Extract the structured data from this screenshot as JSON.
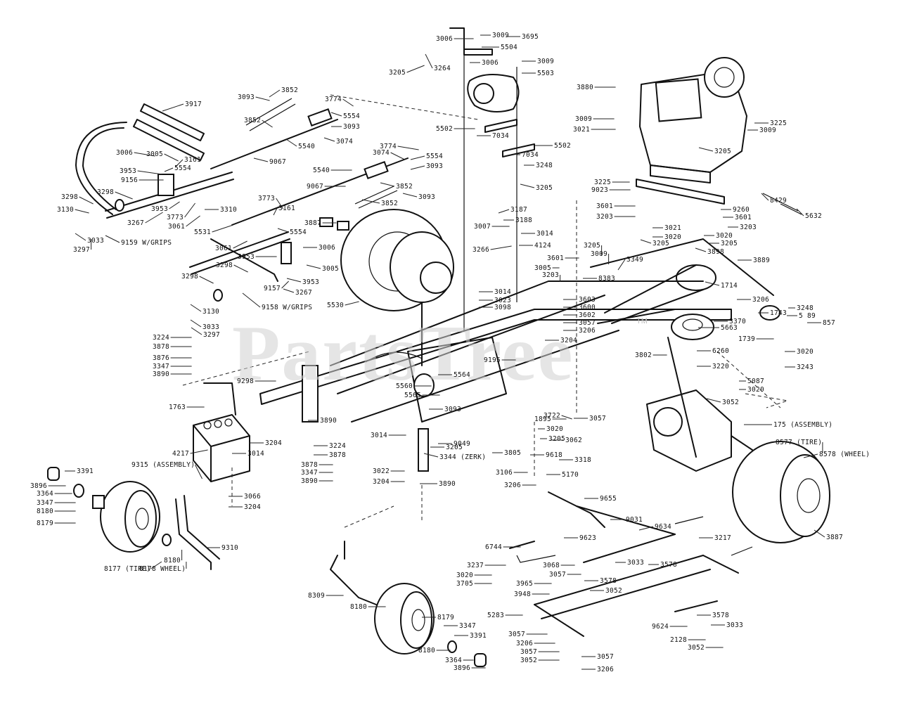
{
  "watermark": {
    "text": "PartsTree",
    "mark": "TM"
  },
  "callouts": [
    {
      "id": "c1",
      "text": "3006"
    },
    {
      "id": "c2",
      "text": "3009"
    },
    {
      "id": "c3",
      "text": "3695"
    },
    {
      "id": "c4",
      "text": "5504"
    },
    {
      "id": "c5",
      "text": "3264"
    },
    {
      "id": "c6",
      "text": "3205"
    },
    {
      "id": "c7",
      "text": "3006"
    },
    {
      "id": "c8",
      "text": "3009"
    },
    {
      "id": "c9",
      "text": "5503"
    },
    {
      "id": "c10",
      "text": "3880"
    },
    {
      "id": "c11",
      "text": "3917"
    },
    {
      "id": "c12",
      "text": "3093"
    },
    {
      "id": "c13",
      "text": "3852"
    },
    {
      "id": "c14",
      "text": "3774"
    },
    {
      "id": "c15",
      "text": "5554"
    },
    {
      "id": "c16",
      "text": "3093"
    },
    {
      "id": "c17",
      "text": "3852"
    },
    {
      "id": "c18",
      "text": "3074"
    },
    {
      "id": "c19",
      "text": "5540"
    },
    {
      "id": "c20",
      "text": "9067"
    },
    {
      "id": "c21",
      "text": "5502"
    },
    {
      "id": "c22",
      "text": "7034"
    },
    {
      "id": "c23",
      "text": "3009"
    },
    {
      "id": "c24",
      "text": "3021"
    },
    {
      "id": "c25",
      "text": "3225"
    },
    {
      "id": "c26",
      "text": "3009"
    },
    {
      "id": "c27",
      "text": "3205"
    },
    {
      "id": "c28",
      "text": "3006"
    },
    {
      "id": "c29",
      "text": "3005"
    },
    {
      "id": "c30",
      "text": "3161"
    },
    {
      "id": "c31",
      "text": "5554"
    },
    {
      "id": "c32",
      "text": "3953"
    },
    {
      "id": "c33",
      "text": "9156"
    },
    {
      "id": "c34",
      "text": "3074"
    },
    {
      "id": "c35",
      "text": "3774"
    },
    {
      "id": "c36",
      "text": "5554"
    },
    {
      "id": "c37",
      "text": "3093"
    },
    {
      "id": "c38",
      "text": "5502"
    },
    {
      "id": "c39",
      "text": "7034"
    },
    {
      "id": "c40",
      "text": "3248"
    },
    {
      "id": "c41",
      "text": "3205"
    },
    {
      "id": "c42",
      "text": "3298"
    },
    {
      "id": "c43",
      "text": "3298"
    },
    {
      "id": "c44",
      "text": "3130"
    },
    {
      "id": "c45",
      "text": "3953"
    },
    {
      "id": "c46",
      "text": "3773"
    },
    {
      "id": "c47",
      "text": "3267"
    },
    {
      "id": "c48",
      "text": "3061"
    },
    {
      "id": "c49",
      "text": "5540"
    },
    {
      "id": "c50",
      "text": "9067"
    },
    {
      "id": "c51",
      "text": "3852"
    },
    {
      "id": "c52",
      "text": "3852"
    },
    {
      "id": "c53",
      "text": "3093"
    },
    {
      "id": "c54",
      "text": "3225"
    },
    {
      "id": "c55",
      "text": "9023"
    },
    {
      "id": "c56",
      "text": "8429"
    },
    {
      "id": "c57",
      "text": "5632"
    },
    {
      "id": "c58",
      "text": "3773"
    },
    {
      "id": "c59",
      "text": "3161"
    },
    {
      "id": "c60",
      "text": "3310"
    },
    {
      "id": "c61",
      "text": "5531"
    },
    {
      "id": "c62",
      "text": "5554"
    },
    {
      "id": "c63",
      "text": "3887"
    },
    {
      "id": "c64",
      "text": "3187"
    },
    {
      "id": "c65",
      "text": "3188"
    },
    {
      "id": "c66",
      "text": "3007"
    },
    {
      "id": "c67",
      "text": "3014"
    },
    {
      "id": "c68",
      "text": "3601"
    },
    {
      "id": "c69",
      "text": "3203"
    },
    {
      "id": "c70",
      "text": "3021"
    },
    {
      "id": "c71",
      "text": "3020"
    },
    {
      "id": "c72",
      "text": "9260"
    },
    {
      "id": "c73",
      "text": "3601"
    },
    {
      "id": "c74",
      "text": "3203"
    },
    {
      "id": "c75",
      "text": "3020"
    },
    {
      "id": "c76",
      "text": "3297"
    },
    {
      "id": "c77",
      "text": "3033"
    },
    {
      "id": "c78",
      "text": "9159 W/GRIPS"
    },
    {
      "id": "c79",
      "text": "3061"
    },
    {
      "id": "c80",
      "text": "3953"
    },
    {
      "id": "c81",
      "text": "3006"
    },
    {
      "id": "c82",
      "text": "3266"
    },
    {
      "id": "c83",
      "text": "4124"
    },
    {
      "id": "c84",
      "text": "3205"
    },
    {
      "id": "c85",
      "text": "3205"
    },
    {
      "id": "c86",
      "text": "3898"
    },
    {
      "id": "c87",
      "text": "3298"
    },
    {
      "id": "c88",
      "text": "3005"
    },
    {
      "id": "c89",
      "text": "3953"
    },
    {
      "id": "c90",
      "text": "3267"
    },
    {
      "id": "c91",
      "text": "9157"
    },
    {
      "id": "c92",
      "text": "3601"
    },
    {
      "id": "c93",
      "text": "3205"
    },
    {
      "id": "c94",
      "text": "3009"
    },
    {
      "id": "c95",
      "text": "3349"
    },
    {
      "id": "c96",
      "text": "3889"
    },
    {
      "id": "c97",
      "text": "3298"
    },
    {
      "id": "c98",
      "text": "9158 W/GRIPS"
    },
    {
      "id": "c99",
      "text": "3005"
    },
    {
      "id": "c100",
      "text": "3203"
    },
    {
      "id": "c101",
      "text": "8383"
    },
    {
      "id": "c102",
      "text": "1714"
    },
    {
      "id": "c103",
      "text": "3130"
    },
    {
      "id": "c104",
      "text": "5530"
    },
    {
      "id": "c105",
      "text": "3014"
    },
    {
      "id": "c106",
      "text": "3023"
    },
    {
      "id": "c107",
      "text": "3098"
    },
    {
      "id": "c108",
      "text": "3603"
    },
    {
      "id": "c109",
      "text": "3600"
    },
    {
      "id": "c110",
      "text": "3602"
    },
    {
      "id": "c111",
      "text": "3057"
    },
    {
      "id": "c112",
      "text": "3206"
    },
    {
      "id": "c113",
      "text": "3206"
    },
    {
      "id": "c114",
      "text": "3248"
    },
    {
      "id": "c115",
      "text": "3370"
    },
    {
      "id": "c116",
      "text": "1743"
    },
    {
      "id": "c117",
      "text": "5 89"
    },
    {
      "id": "c118",
      "text": "857"
    },
    {
      "id": "c119",
      "text": "3033"
    },
    {
      "id": "c120",
      "text": "3297"
    },
    {
      "id": "c121",
      "text": "5663"
    },
    {
      "id": "c122",
      "text": "3204"
    },
    {
      "id": "c123",
      "text": "1739"
    },
    {
      "id": "c124",
      "text": "3020"
    },
    {
      "id": "c125",
      "text": "3224"
    },
    {
      "id": "c126",
      "text": "3878"
    },
    {
      "id": "c127",
      "text": "3876"
    },
    {
      "id": "c128",
      "text": "3347"
    },
    {
      "id": "c129",
      "text": "3890"
    },
    {
      "id": "c130",
      "text": "6260"
    },
    {
      "id": "c131",
      "text": "3243"
    },
    {
      "id": "c132",
      "text": "9195"
    },
    {
      "id": "c133",
      "text": "3802"
    },
    {
      "id": "c134",
      "text": "3220"
    },
    {
      "id": "c135",
      "text": "5087"
    },
    {
      "id": "c136",
      "text": "3020"
    },
    {
      "id": "c137",
      "text": "9298"
    },
    {
      "id": "c138",
      "text": "5560"
    },
    {
      "id": "c139",
      "text": "5564"
    },
    {
      "id": "c140",
      "text": "5565"
    },
    {
      "id": "c141",
      "text": "3093"
    },
    {
      "id": "c142",
      "text": "3052"
    },
    {
      "id": "c143",
      "text": "1763"
    },
    {
      "id": "c144",
      "text": "3890"
    },
    {
      "id": "c145",
      "text": "1895"
    },
    {
      "id": "c146",
      "text": "3722"
    },
    {
      "id": "c147",
      "text": "3057"
    },
    {
      "id": "c148",
      "text": "3020"
    },
    {
      "id": "c149",
      "text": "3205"
    },
    {
      "id": "c150",
      "text": "3062"
    },
    {
      "id": "c151",
      "text": "175 (ASSEMBLY)"
    },
    {
      "id": "c152",
      "text": "3204"
    },
    {
      "id": "c153",
      "text": "4217"
    },
    {
      "id": "c154",
      "text": "3014"
    },
    {
      "id": "c155",
      "text": "3224"
    },
    {
      "id": "c156",
      "text": "3878"
    },
    {
      "id": "c157",
      "text": "3014"
    },
    {
      "id": "c158",
      "text": "9049"
    },
    {
      "id": "c159",
      "text": "3205"
    },
    {
      "id": "c160",
      "text": "3344 (ZERK)"
    },
    {
      "id": "c161",
      "text": "3805"
    },
    {
      "id": "c162",
      "text": "8577 (TIRE)"
    },
    {
      "id": "c163",
      "text": "8578 (WHEEL)"
    },
    {
      "id": "c164",
      "text": "3391"
    },
    {
      "id": "c165",
      "text": "9315 (ASSEMBLY)"
    },
    {
      "id": "c166",
      "text": "3878"
    },
    {
      "id": "c167",
      "text": "3347"
    },
    {
      "id": "c168",
      "text": "3890"
    },
    {
      "id": "c169",
      "text": "3022"
    },
    {
      "id": "c170",
      "text": "3204"
    },
    {
      "id": "c171",
      "text": "3106"
    },
    {
      "id": "c172",
      "text": "9618"
    },
    {
      "id": "c173",
      "text": "3318"
    },
    {
      "id": "c174",
      "text": "3896"
    },
    {
      "id": "c175",
      "text": "3364"
    },
    {
      "id": "c176",
      "text": "3347"
    },
    {
      "id": "c177",
      "text": "8180"
    },
    {
      "id": "c178",
      "text": "8179"
    },
    {
      "id": "c179",
      "text": "3890"
    },
    {
      "id": "c180",
      "text": "3206"
    },
    {
      "id": "c181",
      "text": "5170"
    },
    {
      "id": "c182",
      "text": "3066"
    },
    {
      "id": "c183",
      "text": "3204"
    },
    {
      "id": "c184",
      "text": "9655"
    },
    {
      "id": "c185",
      "text": "9031"
    },
    {
      "id": "c186",
      "text": "9634"
    },
    {
      "id": "c187",
      "text": "3217"
    },
    {
      "id": "c188",
      "text": "3887"
    },
    {
      "id": "c189",
      "text": "9310"
    },
    {
      "id": "c190",
      "text": "8180"
    },
    {
      "id": "c191",
      "text": "8177 (TIRE)"
    },
    {
      "id": "c192",
      "text": "8178 WHEEL)"
    },
    {
      "id": "c193",
      "text": "6744"
    },
    {
      "id": "c194",
      "text": "9623"
    },
    {
      "id": "c195",
      "text": "3237"
    },
    {
      "id": "c196",
      "text": "3068"
    },
    {
      "id": "c197",
      "text": "3057"
    },
    {
      "id": "c198",
      "text": "3033"
    },
    {
      "id": "c199",
      "text": "3578"
    },
    {
      "id": "c200",
      "text": "3578"
    },
    {
      "id": "c201",
      "text": "3052"
    },
    {
      "id": "c202",
      "text": "3020"
    },
    {
      "id": "c203",
      "text": "3705"
    },
    {
      "id": "c204",
      "text": "3965"
    },
    {
      "id": "c205",
      "text": "3948"
    },
    {
      "id": "c206",
      "text": "8309"
    },
    {
      "id": "c207",
      "text": "8180"
    },
    {
      "id": "c208",
      "text": "8179"
    },
    {
      "id": "c209",
      "text": "3347"
    },
    {
      "id": "c210",
      "text": "3391"
    },
    {
      "id": "c211",
      "text": "5283"
    },
    {
      "id": "c212",
      "text": "3057"
    },
    {
      "id": "c213",
      "text": "3206"
    },
    {
      "id": "c214",
      "text": "3057"
    },
    {
      "id": "c215",
      "text": "3052"
    },
    {
      "id": "c216",
      "text": "9624"
    },
    {
      "id": "c217",
      "text": "3578"
    },
    {
      "id": "c218",
      "text": "2128"
    },
    {
      "id": "c219",
      "text": "3033"
    },
    {
      "id": "c220",
      "text": "3052"
    },
    {
      "id": "c221",
      "text": "8180"
    },
    {
      "id": "c222",
      "text": "3364"
    },
    {
      "id": "c223",
      "text": "3896"
    },
    {
      "id": "c224",
      "text": "3057"
    },
    {
      "id": "c225",
      "text": "3206"
    }
  ]
}
